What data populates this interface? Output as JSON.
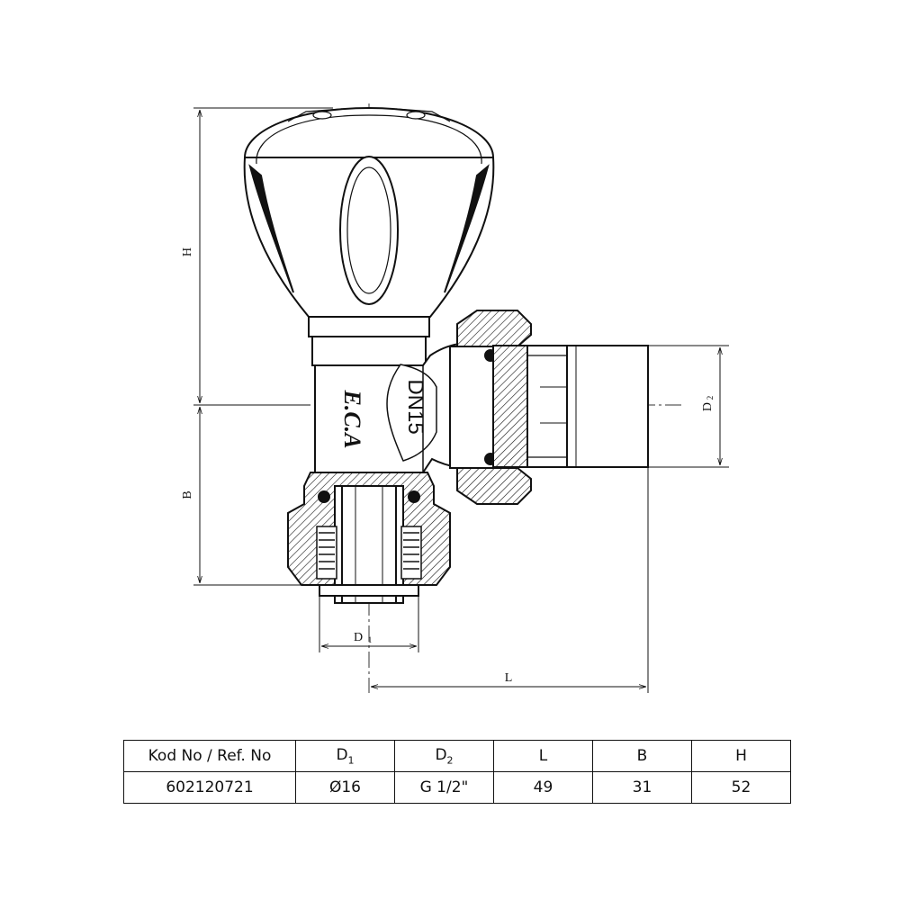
{
  "drawing": {
    "dimensions": {
      "h": "H",
      "b": "B",
      "l": "L",
      "d1": "D",
      "d1_sub": "1",
      "d2": "D",
      "d2_sub": "2"
    },
    "body_text": {
      "brand": "E.C.A",
      "dn": "DN15"
    }
  },
  "table": {
    "headers": [
      {
        "main": "Kod No / Ref. No",
        "sub": ""
      },
      {
        "main": "D",
        "sub": "1"
      },
      {
        "main": "D",
        "sub": "2"
      },
      {
        "main": "L",
        "sub": ""
      },
      {
        "main": "B",
        "sub": ""
      },
      {
        "main": "H",
        "sub": ""
      }
    ],
    "row": [
      "602120721",
      "Ø16",
      "G 1/2\"",
      "49",
      "31",
      "52"
    ]
  }
}
